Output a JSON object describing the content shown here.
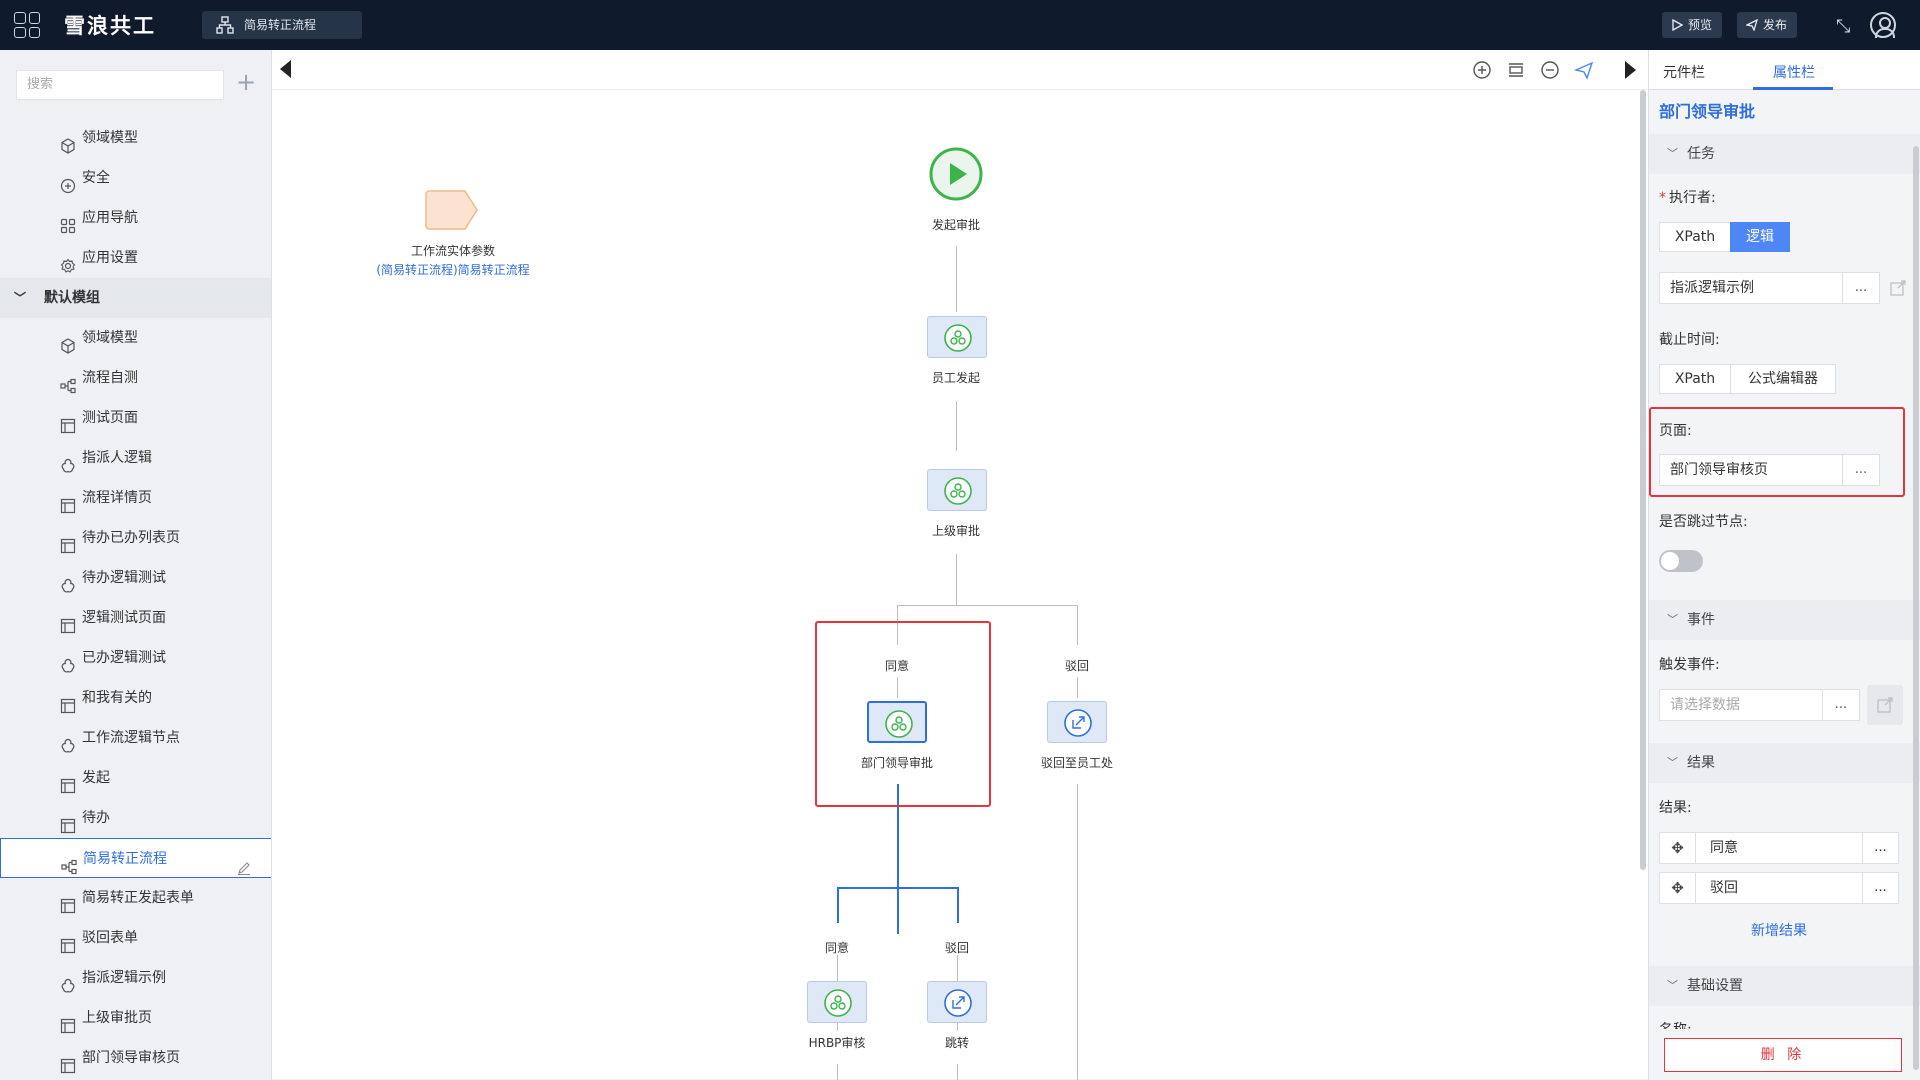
{
  "topbar": {
    "app_name": "雪浪共工",
    "process_name": "简易转正流程",
    "preview_label": "预览",
    "publish_label": "发布"
  },
  "sidebar": {
    "search_placeholder": "搜索",
    "items": [
      {
        "label": "领域模型",
        "icon": "cube-icon"
      },
      {
        "label": "安全",
        "icon": "shield-icon"
      },
      {
        "label": "应用导航",
        "icon": "grid-icon"
      },
      {
        "label": "应用设置",
        "icon": "gear-icon"
      },
      {
        "label": "默认模组",
        "icon": "chevron-down-icon",
        "group": true
      },
      {
        "label": "领域模型",
        "icon": "cube-icon"
      },
      {
        "label": "流程自测",
        "icon": "workflow-icon"
      },
      {
        "label": "测试页面",
        "icon": "page-icon"
      },
      {
        "label": "指派人逻辑",
        "icon": "logic-icon"
      },
      {
        "label": "流程详情页",
        "icon": "page-icon"
      },
      {
        "label": "待办已办列表页",
        "icon": "page-icon"
      },
      {
        "label": "待办逻辑测试",
        "icon": "logic-icon"
      },
      {
        "label": "逻辑测试页面",
        "icon": "page-icon"
      },
      {
        "label": "已办逻辑测试",
        "icon": "logic-icon"
      },
      {
        "label": "和我有关的",
        "icon": "page-icon"
      },
      {
        "label": "工作流逻辑节点",
        "icon": "logic-icon"
      },
      {
        "label": "发起",
        "icon": "page-icon"
      },
      {
        "label": "待办",
        "icon": "page-icon"
      },
      {
        "label": "简易转正流程",
        "icon": "workflow-icon",
        "active": true
      },
      {
        "label": "简易转正发起表单",
        "icon": "page-icon"
      },
      {
        "label": "驳回表单",
        "icon": "page-icon"
      },
      {
        "label": "指派逻辑示例",
        "icon": "logic-icon"
      },
      {
        "label": "上级审批页",
        "icon": "page-icon"
      },
      {
        "label": "部门领导审核页",
        "icon": "page-icon"
      }
    ]
  },
  "canvas": {
    "entity_param_label": "工作流实体参数",
    "entity_param_value": "(简易转正流程)简易转正流程",
    "start_label": "发起审批",
    "nodes": {
      "employee_start": "员工发起",
      "superior_approval": "上级审批",
      "branch_agree": "同意",
      "branch_reject": "驳回",
      "dept_leader_approval": "部门领导审批",
      "reject_to_employee": "驳回至员工处",
      "branch2_agree": "同意",
      "branch2_reject": "驳回",
      "hrbp_review": "HRBP审核",
      "jump": "跳转"
    }
  },
  "panel": {
    "tab_components": "元件栏",
    "tab_properties": "属性栏",
    "title": "部门领导审批",
    "section_task": "任务",
    "executor_label": "执行者:",
    "executor_opt_xpath": "XPath",
    "executor_opt_logic": "逻辑",
    "executor_value": "指派逻辑示例",
    "deadline_label": "截止时间:",
    "deadline_opt_xpath": "XPath",
    "deadline_opt_formula": "公式编辑器",
    "page_label": "页面:",
    "page_value": "部门领导审核页",
    "skip_label": "是否跳过节点:",
    "skip_enabled": false,
    "section_event": "事件",
    "trigger_label": "触发事件:",
    "trigger_placeholder": "请选择数据",
    "section_result": "结果",
    "result_label": "结果:",
    "results": [
      "同意",
      "驳回"
    ],
    "add_result": "新增结果",
    "section_basic": "基础设置",
    "name_label_partial": "名称:",
    "delete_label": "删 除",
    "more_label": "..."
  },
  "colors": {
    "accent": "#2f6ee0",
    "highlight_box": "#e3353b",
    "start_green": "#3bb54a",
    "topbar_bg": "#0f1b2d"
  }
}
